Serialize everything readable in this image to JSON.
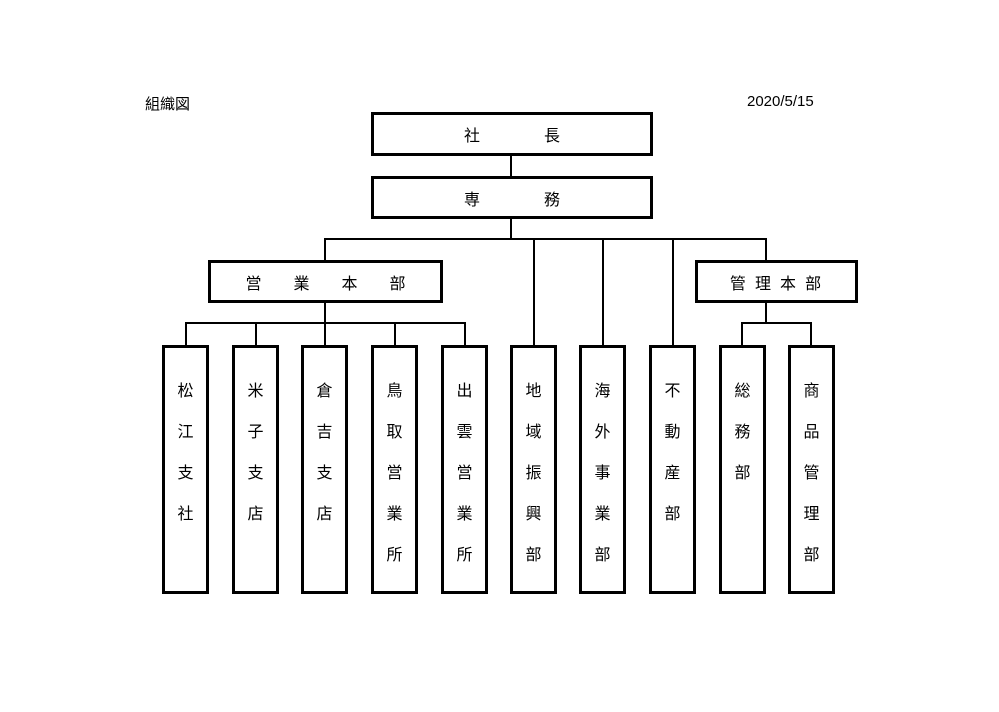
{
  "header": {
    "title": "組織図",
    "date": "2020/5/15"
  },
  "org": {
    "president": "社　　　　長",
    "managing_director": "専　　　　務",
    "sales_hq": "営　　業　　本　　部",
    "admin_hq": "管 理 本 部",
    "sales_units": [
      "松江支社",
      "米子支店",
      "倉吉支店",
      "鳥取営業所",
      "出雲営業所"
    ],
    "direct_units": [
      "地域振興部",
      "海外事業部",
      "不動産部"
    ],
    "admin_units": [
      "総務部",
      "商品管理部"
    ]
  }
}
